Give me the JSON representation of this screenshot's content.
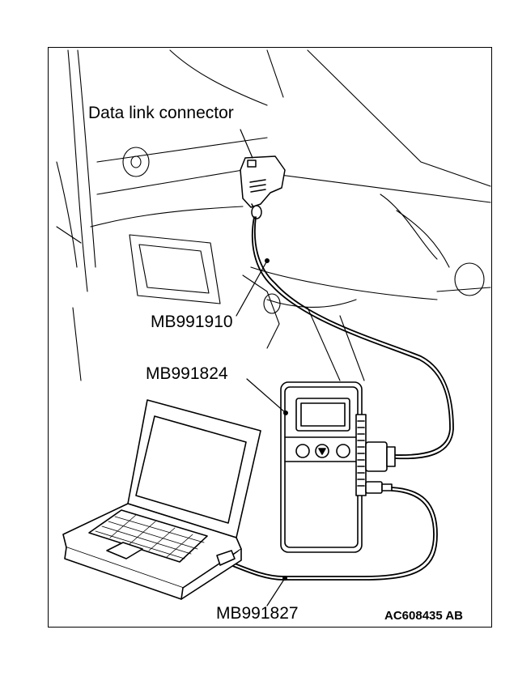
{
  "labels": {
    "data_link_connector": "Data link connector",
    "mb991910": "MB991910",
    "mb991824": "MB991824",
    "mb991827": "MB991827",
    "figure_code": "AC608435 AB"
  },
  "colors": {
    "line": "#000000",
    "background": "#ffffff"
  },
  "icons": [
    "data-link-connector-icon",
    "vci-device-icon",
    "laptop-icon",
    "cable-icon"
  ]
}
